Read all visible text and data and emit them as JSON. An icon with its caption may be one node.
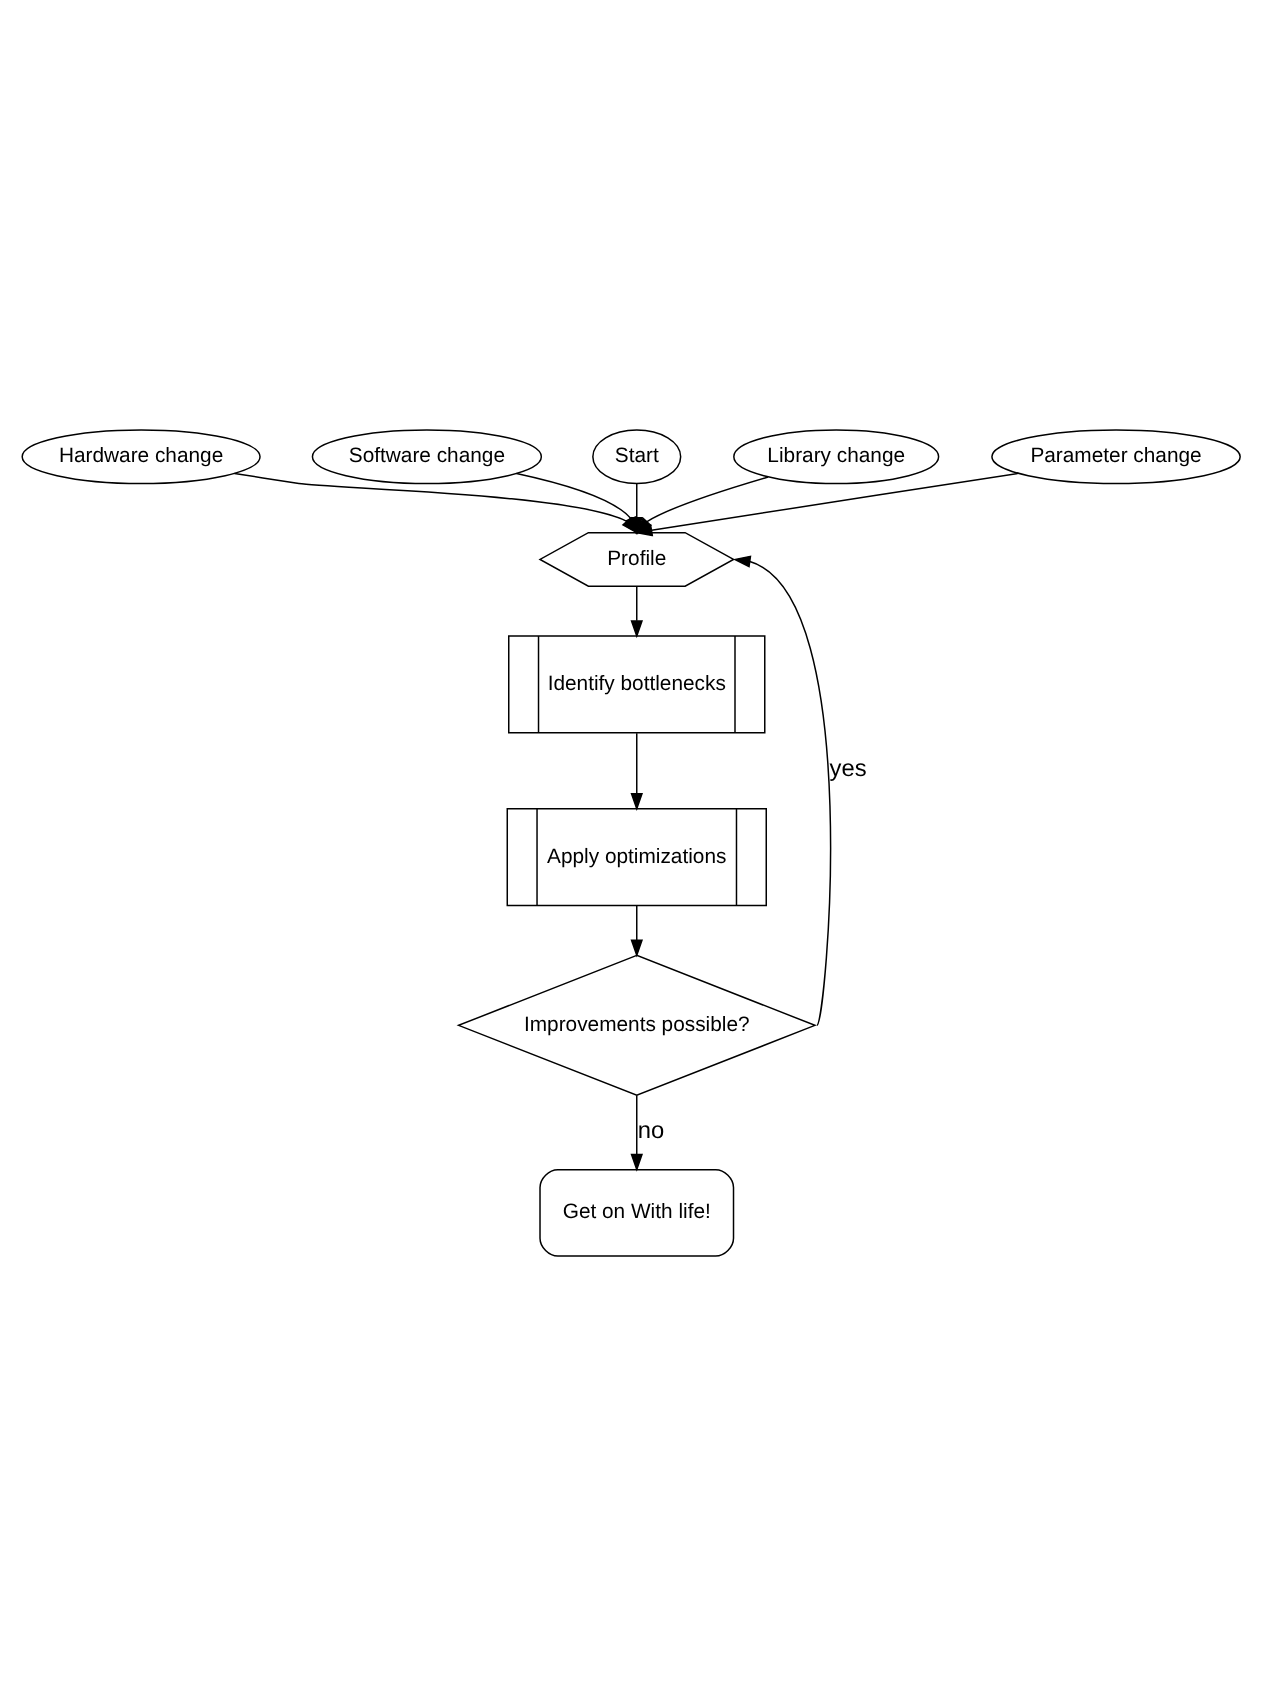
{
  "diagram": {
    "nodes": [
      {
        "text": [
          "Start"
        ]
      },
      {
        "text": [
          "Software change"
        ]
      },
      {
        "text": [
          "Library change"
        ]
      },
      {
        "text": [
          "Hardware change"
        ]
      },
      {
        "text": [
          "Parameter change"
        ]
      },
      {
        "text": [
          "Profile"
        ]
      },
      {
        "text": [
          "Identify bottlenecks"
        ]
      },
      {
        "text": [
          "Apply optimizations"
        ]
      },
      {
        "text": [
          "Improvements possible?"
        ]
      },
      {
        "text": [
          "Get on With life!"
        ]
      }
    ],
    "edges": [
      {
        "from": 0,
        "to": 5,
        "arrow": "to"
      },
      {
        "from": 1,
        "to": 5,
        "arrow": "to"
      },
      {
        "from": 2,
        "to": 5,
        "arrow": "to"
      },
      {
        "from": 3,
        "to": 5,
        "arrow": "to"
      },
      {
        "from": 4,
        "to": 5,
        "arrow": "to"
      },
      {
        "from": 5,
        "to": 6,
        "arrow": "to"
      },
      {
        "from": 6,
        "to": 7,
        "arrow": "to"
      },
      {
        "from": 7,
        "to": 8,
        "arrow": "to"
      },
      {
        "from": 8,
        "to": 5,
        "arrow": "to",
        "label": "yes"
      },
      {
        "from": 8,
        "to": 9,
        "arrow": "to",
        "label": "no"
      }
    ]
  }
}
